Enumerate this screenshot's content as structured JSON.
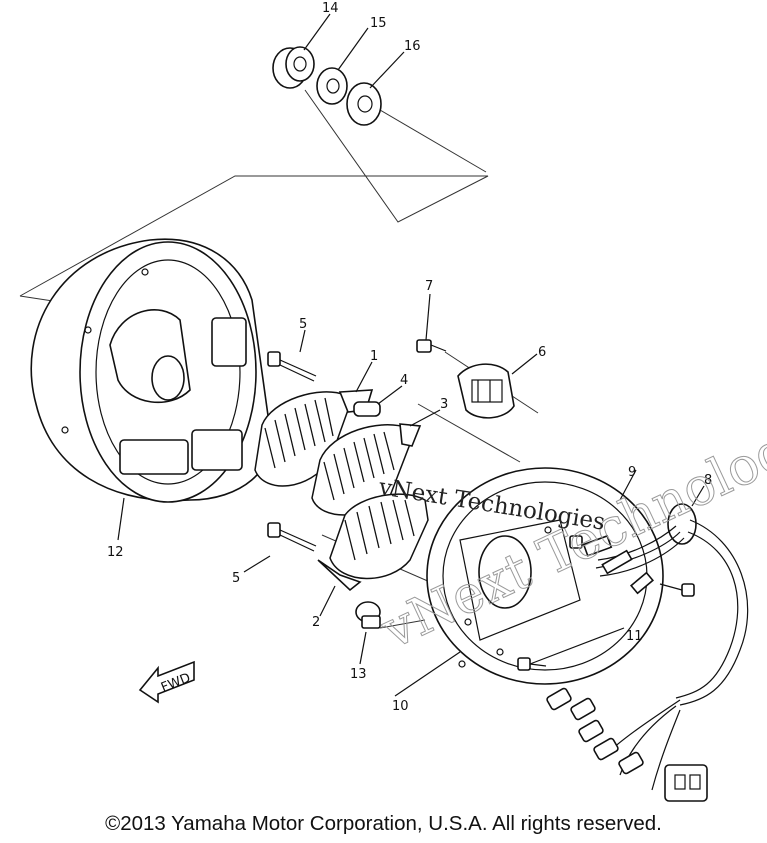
{
  "diagram": {
    "part_labels": [
      "14",
      "15",
      "16",
      "7",
      "6",
      "5",
      "1",
      "4",
      "3",
      "12",
      "5",
      "2",
      "13",
      "10",
      "11",
      "9",
      "8"
    ],
    "fwd_label": "FWD",
    "watermark_outline": "vNext Technologies",
    "watermark_text": "vNext Technologies"
  },
  "footer": {
    "copyright": "©2013 Yamaha Motor Corporation, U.S.A. All rights reserved."
  }
}
